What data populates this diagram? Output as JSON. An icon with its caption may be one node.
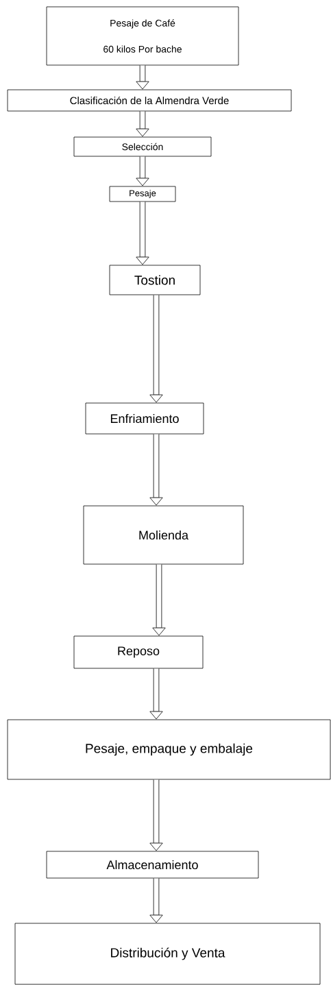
{
  "diagram": {
    "nodes": [
      {
        "text": [
          "Pesaje de Café",
          "60 kilos Por bache"
        ]
      },
      {
        "text": [
          "Clasificación de la Almendra Verde"
        ]
      },
      {
        "text": [
          "Selección"
        ]
      },
      {
        "text": [
          "Pesaje"
        ]
      },
      {
        "text": [
          "Tostion"
        ]
      },
      {
        "text": [
          "Enfriamiento"
        ]
      },
      {
        "text": [
          "Molienda"
        ]
      },
      {
        "text": [
          "Reposo"
        ]
      },
      {
        "text": [
          "Pesaje, empaque y embalaje"
        ]
      },
      {
        "text": [
          "Almacenamiento"
        ]
      },
      {
        "text": [
          "Distribución y Venta"
        ]
      }
    ],
    "edges": [
      {
        "from": 0,
        "to": 1,
        "arrow": "to"
      },
      {
        "from": 1,
        "to": 2,
        "arrow": "to"
      },
      {
        "from": 2,
        "to": 3,
        "arrow": "to"
      },
      {
        "from": 3,
        "to": 4,
        "arrow": "to"
      },
      {
        "from": 4,
        "to": 5,
        "arrow": "to"
      },
      {
        "from": 5,
        "to": 6,
        "arrow": "to"
      },
      {
        "from": 6,
        "to": 7,
        "arrow": "to"
      },
      {
        "from": 7,
        "to": 8,
        "arrow": "to"
      },
      {
        "from": 8,
        "to": 9,
        "arrow": "to"
      },
      {
        "from": 9,
        "to": 10,
        "arrow": "to"
      }
    ]
  }
}
